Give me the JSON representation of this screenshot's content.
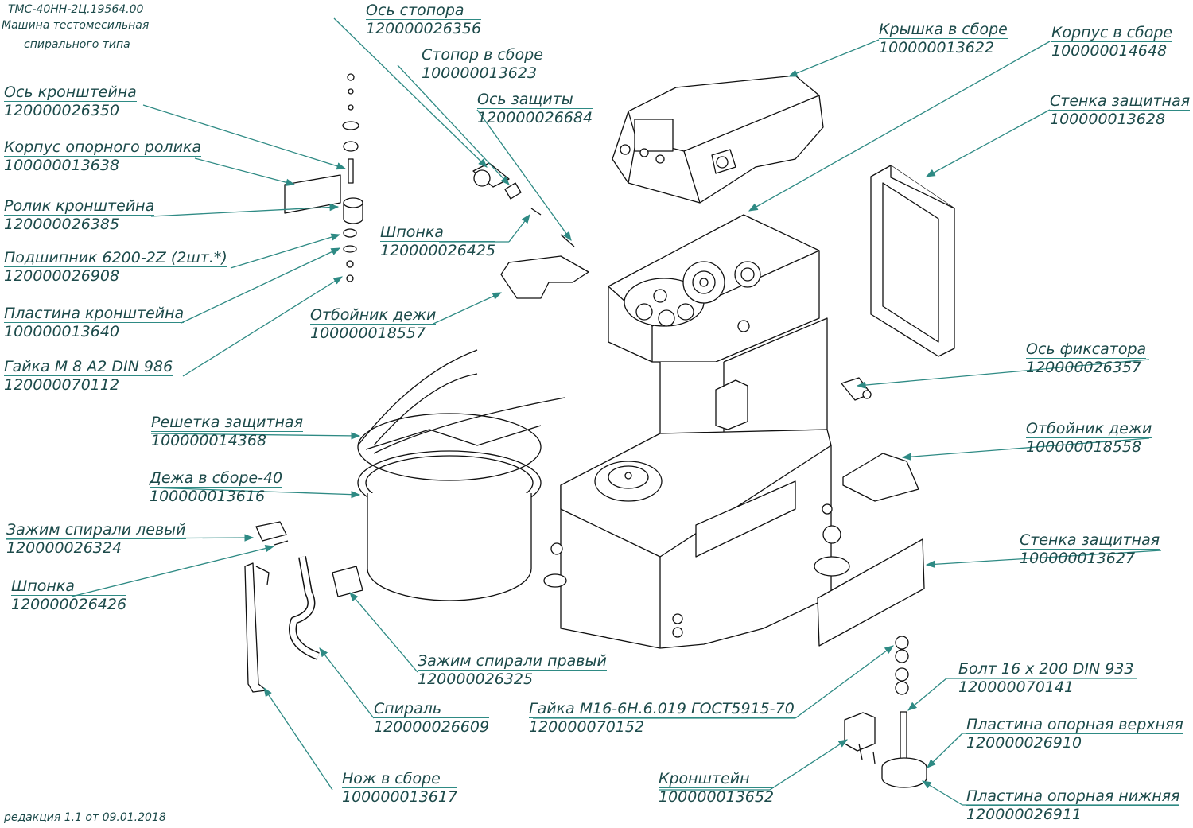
{
  "header": {
    "doc_code": "ТМС-40НН-2Ц.19564.00",
    "title_line1": "Машина тестомесильная",
    "title_line2": "спирального типа"
  },
  "footer": {
    "edition": "редакция 1.1 от 09.01.2018"
  },
  "colors": {
    "leader": "#2e8a84",
    "text": "#1c4a4a",
    "drawing": "#111111"
  },
  "parts": [
    {
      "name": "Ось стопора",
      "code": "120000026356"
    },
    {
      "name": "Стопор в сборе",
      "code": "100000013623"
    },
    {
      "name": "Ось защиты",
      "code": "120000026684"
    },
    {
      "name": "Крышка в сборе",
      "code": "100000013622"
    },
    {
      "name": "Корпус в сборе",
      "code": "100000014648"
    },
    {
      "name": "Стенка защитная",
      "code": "100000013628"
    },
    {
      "name": "Ось кронштейна",
      "code": "120000026350"
    },
    {
      "name": "Корпус опорного ролика",
      "code": "100000013638"
    },
    {
      "name": "Ролик кронштейна",
      "code": "120000026385"
    },
    {
      "name": "Подшипник 6200-2Z (2шт.*)",
      "code": "120000026908"
    },
    {
      "name": "Пластина кронштейна",
      "code": "100000013640"
    },
    {
      "name": "Гайка М 8 А2 DIN 986",
      "code": "120000070112"
    },
    {
      "name": "Шпонка",
      "code": "120000026425"
    },
    {
      "name": "Отбойник дежи",
      "code": "100000018557"
    },
    {
      "name": "Ось фиксатора",
      "code": "120000026357"
    },
    {
      "name": "Решетка защитная",
      "code": "100000014368"
    },
    {
      "name": "Отбойник дежи",
      "code": "100000018558"
    },
    {
      "name": "Дежа в сборе-40",
      "code": "100000013616"
    },
    {
      "name": "Зажим спирали левый",
      "code": "120000026324"
    },
    {
      "name": "Стенка защитная",
      "code": "100000013627"
    },
    {
      "name": "Шпонка",
      "code": "120000026426"
    },
    {
      "name": "Зажим спирали правый",
      "code": "120000026325"
    },
    {
      "name": "Болт 16 х 200 DIN 933",
      "code": "120000070141"
    },
    {
      "name": "Гайка М16-6Н.6.019 ГОСТ5915-70",
      "code": "120000070152"
    },
    {
      "name": "Спираль",
      "code": "120000026609"
    },
    {
      "name": "Пластина опорная верхняя",
      "code": "120000026910"
    },
    {
      "name": "Кронштейн",
      "code": "100000013652"
    },
    {
      "name": "Нож в сборе",
      "code": "100000013617"
    },
    {
      "name": "Пластина опорная нижняя",
      "code": "120000026911"
    }
  ]
}
